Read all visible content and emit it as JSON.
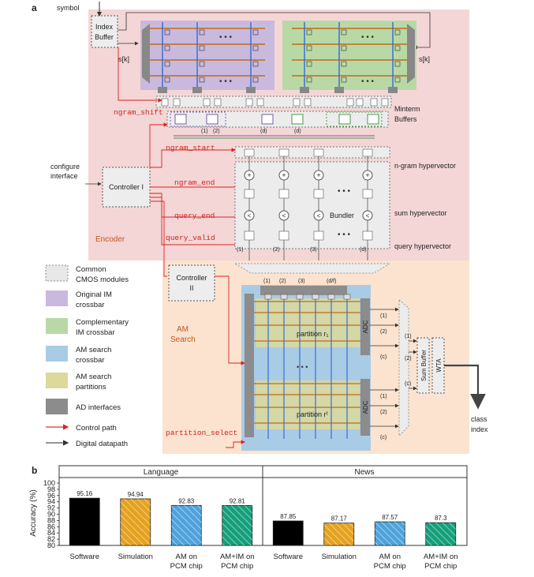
{
  "panel_a": {
    "label": "a",
    "symbol": "symbol",
    "index_buffer": [
      "Index",
      "Buffer"
    ],
    "sk": "s[k]",
    "minterm_buffers": [
      "Minterm",
      "Buffers"
    ],
    "ngram_hypervector": "n-gram hypervector",
    "sum_hypervector": "sum hypervector",
    "query_hypervector": "query hypervector",
    "bundler": "Bundler",
    "configure_interface": [
      "configure",
      "interface"
    ],
    "controller1": "Controller I",
    "controller2": [
      "Controller",
      "II"
    ],
    "encoder": "Encoder",
    "am_search": [
      "AM",
      "Search"
    ],
    "signals": {
      "ngram_shift": "ngram_shift",
      "ngram_start": "ngram_start",
      "ngram_end": "ngram_end",
      "query_end": "query_end",
      "query_valid": "query_valid",
      "partition_select": "partition_select"
    },
    "minterm_indices": [
      "(1)",
      "(2)",
      "(d)",
      "(d)"
    ],
    "col_indices": [
      "(1)",
      "(2)",
      "(3)",
      "(d)"
    ],
    "am_col_indices": [
      "(1)",
      "(2)",
      "(3)",
      "(d/f)"
    ],
    "row_indices_top": [
      "(1)",
      "(2)",
      "(c)"
    ],
    "row_indices_bot": [
      "(1)",
      "(2)",
      "(c)"
    ],
    "sum_idx": [
      "(1)",
      "(2)",
      "(c)"
    ],
    "partition_1": "partition r₁",
    "partition_f": "partition rᶠ",
    "adc": "ADC",
    "sum_buffer": "Sum Buffer",
    "wta": "WTA",
    "class_index": [
      "class",
      "index"
    ],
    "legend": [
      {
        "label": [
          "Common",
          "CMOS modules"
        ],
        "color": "#e8e8e8",
        "dashed": true
      },
      {
        "label": [
          "Original IM",
          "crossbar"
        ],
        "color": "#c9b9dd"
      },
      {
        "label": [
          "Complementary",
          "IM crossbar"
        ],
        "color": "#b8d9a6"
      },
      {
        "label": [
          "AM search",
          "crossbar"
        ],
        "color": "#a8cbe6"
      },
      {
        "label": [
          "AM search",
          "partitions"
        ],
        "color": "#dcd99a"
      },
      {
        "label": [
          "AD interfaces"
        ],
        "color": "#8c8c8c"
      },
      {
        "label": [
          "Control path"
        ],
        "color": "#e03030",
        "line": true
      },
      {
        "label": [
          "Digital datapath"
        ],
        "color": "#555555",
        "line": true
      }
    ]
  },
  "panel_b": {
    "label": "b",
    "ylabel": "Accuracy (%)",
    "groups": [
      "Language",
      "News"
    ]
  },
  "chart_data": {
    "type": "bar",
    "ylabel": "Accuracy (%)",
    "ylim": [
      80,
      100
    ],
    "yticks": [
      80,
      82,
      84,
      86,
      88,
      90,
      92,
      94,
      96,
      98,
      100
    ],
    "categories": [
      "Software",
      "Simulation",
      "AM on PCM chip",
      "AM+IM on PCM chip"
    ],
    "category_lines": [
      [
        "Software"
      ],
      [
        "Simulation"
      ],
      [
        "AM on",
        "PCM chip"
      ],
      [
        "AM+IM on",
        "PCM chip"
      ]
    ],
    "series_colors": [
      "#000000",
      "#e5a21f",
      "#4fa3dc",
      "#15a07a"
    ],
    "groups": [
      {
        "name": "Language",
        "values": [
          95.16,
          94.94,
          92.83,
          92.81
        ],
        "labels": [
          "95.16",
          "94.94",
          "92.83",
          "92.81"
        ]
      },
      {
        "name": "News",
        "values": [
          87.85,
          87.17,
          87.57,
          87.3
        ],
        "labels": [
          "87.85",
          "87.17",
          "87.57",
          "87.3"
        ]
      }
    ],
    "grid": false
  }
}
